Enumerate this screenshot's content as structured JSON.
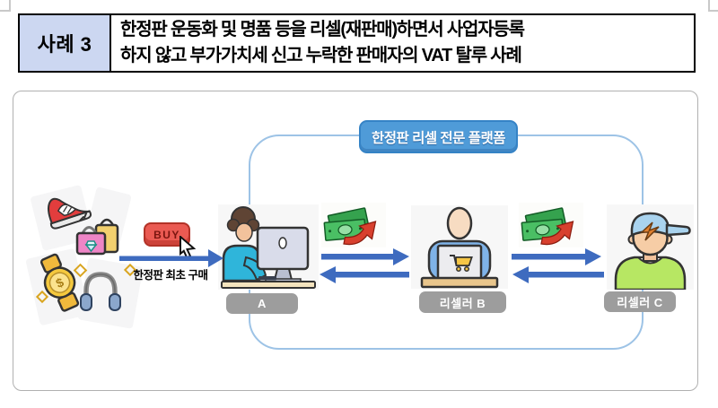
{
  "header": {
    "case_label": "사례 3",
    "title_line1": "한정판 운동화 및 명품 등을 리셀(재판매)하면서 사업자등록",
    "title_line2": "하지 않고 부가가치세 신고 누락한 판매자의 VAT 탈루 사례"
  },
  "platform": {
    "label": "한정판 리셀 전문 플랫폼"
  },
  "flow": {
    "buy_button": "BUY",
    "first_purchase_caption": "한정판 최초 구매",
    "watch_symbol": "$",
    "actors": [
      {
        "label": "A"
      },
      {
        "label": "리셀러 B"
      },
      {
        "label": "리셀러 C"
      }
    ]
  },
  "icons": [
    "sneaker-icon",
    "shopping-bag-icon",
    "watch-icon",
    "headphones-icon",
    "buy-button",
    "cursor-icon",
    "money-icon",
    "person-at-desktop-icon",
    "person-at-laptop-icon",
    "person-with-cap-icon",
    "arrow-right-icon",
    "arrow-left-icon"
  ],
  "colors": {
    "header_cell_bg": "#ccd7f1",
    "platform_badge_blue": "#4f9bd8",
    "platform_border_blue": "#9dc3e6",
    "flow_arrow_blue": "#3e6bbf",
    "buy_red": "#ea5a52",
    "money_green": "#4abf64",
    "money_arrow_red": "#d8402e",
    "name_tag_gray": "#9d9d9d"
  }
}
